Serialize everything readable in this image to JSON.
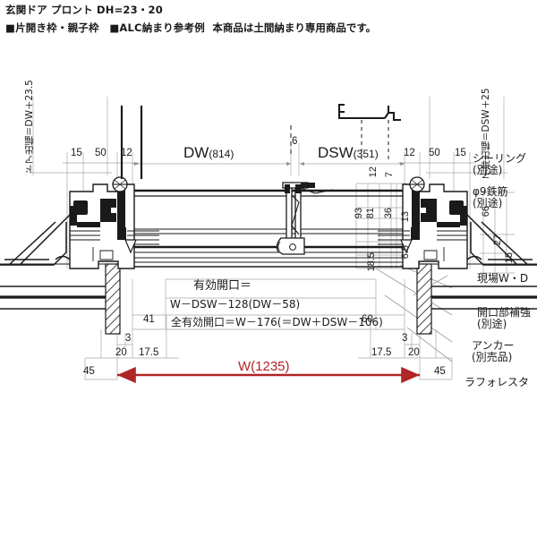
{
  "header": {
    "title": "玄関ドア プロント DH=23・20",
    "subtitle": "■片開き枠・親子枠　■ALC納まり参考例",
    "note": "本商品は土間納まり専用商品です。"
  },
  "drawing": {
    "type": "architectural-section-detail",
    "labels": {
      "dw": "DW",
      "dw_value": "(814)",
      "dsw": "DSW",
      "dsw_value": "(351)",
      "overall_width": "W(1235)",
      "door_projection_left": "ドア出幅＝DW＋23.5",
      "door_projection_right": "子扉出幅＝DSW＋25",
      "effective_opening_title": "有効開口＝",
      "effective_opening_formula": "W－DSW－128(DW－58)",
      "total_effective_opening": "全有効開口＝W－176(＝DW＋DSW－106)"
    },
    "callouts": [
      {
        "text": "シーリング",
        "sub": "(別途)"
      },
      {
        "text": "φ9鉄筋",
        "sub": "(別途)"
      },
      {
        "text": "現場W・D",
        "sub": ""
      },
      {
        "text": "開口部補強",
        "sub": "(別途)"
      },
      {
        "text": "アンカー",
        "sub": "(別売品)"
      },
      {
        "text": "ラフォレスタ",
        "sub": ""
      }
    ],
    "dimensions_top_left": [
      "15",
      "50",
      "12"
    ],
    "dimensions_top_right": [
      "12",
      "50",
      "15"
    ],
    "dimension_center_gap": "6",
    "dimensions_vertical_mid": [
      "93",
      "81",
      "36",
      "13",
      "7",
      "12",
      "6.5",
      "18.5"
    ],
    "dimensions_vertical_right": [
      "66",
      "27",
      "15"
    ],
    "dimensions_bottom_left": [
      "41",
      "20",
      "3",
      "17.5",
      "45"
    ],
    "dimensions_bottom_right": [
      "60",
      "20",
      "3",
      "17.5",
      "45"
    ]
  },
  "colors": {
    "line": "#1a1a1a",
    "thin": "#8d8d8d",
    "accent_red": "#b02525",
    "background": "#ffffff"
  }
}
